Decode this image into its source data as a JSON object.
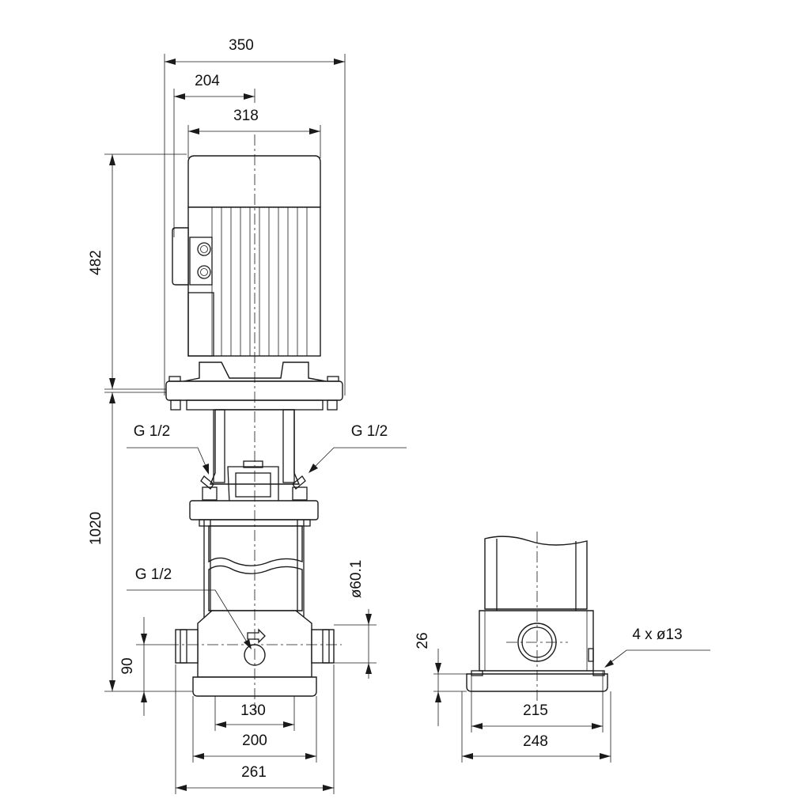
{
  "drawing": {
    "dimensions": {
      "motor_width": "350",
      "motor_offset": "204",
      "motor_fan_width": "318",
      "motor_height": "482",
      "total_pump_height": "1020",
      "inlet_height": "90",
      "base_inner_width": "130",
      "port_to_port": "200",
      "base_width_front": "261",
      "pipe_diameter": "ø60.1",
      "base_thickness": "26",
      "base_holes_spacing": "215",
      "base_width_side": "248",
      "mounting_holes": "4 x ø13"
    },
    "callouts": {
      "vent_left": "G 1/2",
      "vent_right": "G 1/2",
      "drain": "G 1/2"
    }
  }
}
